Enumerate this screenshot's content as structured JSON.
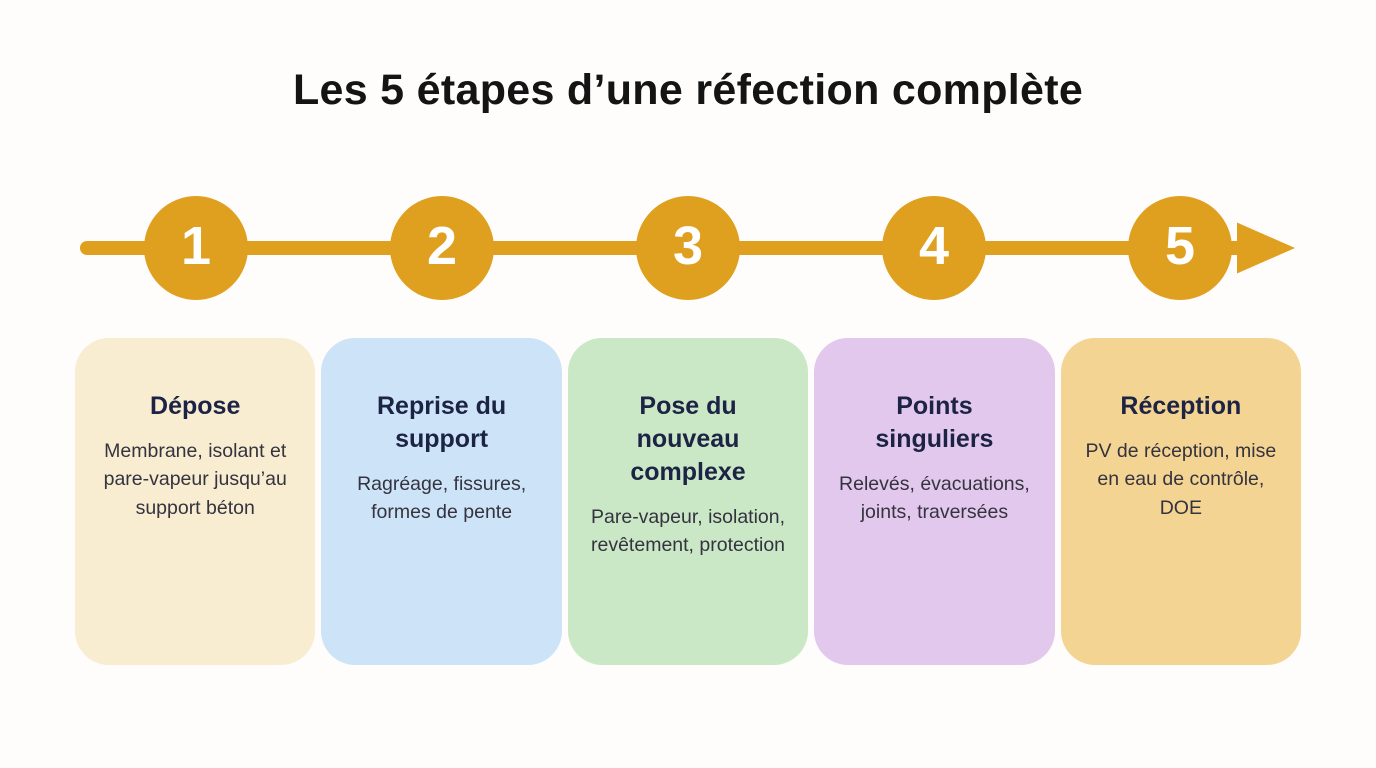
{
  "title": "Les 5 étapes d’une réfection complète",
  "timeline": {
    "accent_color": "#DF9F1F",
    "steps": [
      {
        "number": "1"
      },
      {
        "number": "2"
      },
      {
        "number": "3"
      },
      {
        "number": "4"
      },
      {
        "number": "5"
      }
    ]
  },
  "cards": [
    {
      "title": "Dépose",
      "body": "Membrane, isolant et pare-vapeur jusqu’au support béton",
      "bg_color": "#F8ECD1"
    },
    {
      "title": "Reprise du support",
      "body": "Ragréage, fissures, formes de pente",
      "bg_color": "#CDE4F8"
    },
    {
      "title": "Pose du nouveau complexe",
      "body": "Pare-vapeur, isolation, revêtement, protection",
      "bg_color": "#CAE7C6"
    },
    {
      "title": "Points singuliers",
      "body": "Relevés, évacuations, joints, traversées",
      "bg_color": "#E3C8ED"
    },
    {
      "title": "Réception",
      "body": "PV de réception, mise en eau de contrôle, DOE",
      "bg_color": "#F4D492"
    }
  ]
}
